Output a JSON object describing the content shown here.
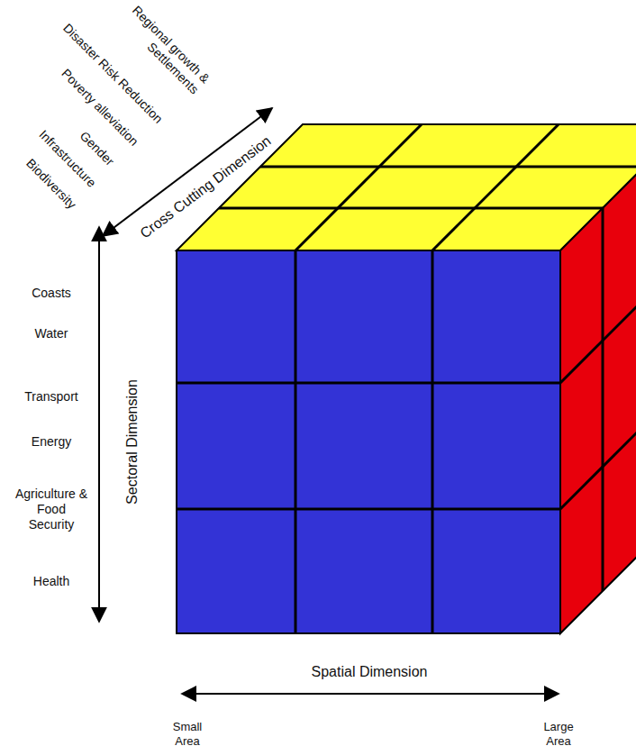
{
  "diagram": {
    "labels": [
      "Regional growth & Settlements",
      "Disaster Risk Reduction",
      "Poverty alleviation",
      "Gender",
      "Infrastructure",
      "Biodiversity",
      "Cross Cutting Dimension",
      "Coasts",
      "Water",
      "Transport",
      "Energy",
      "Agriculture & Food Security",
      "Health",
      "Sectoral Dimension",
      "Spatial Dimension",
      "Small Area",
      "Large Area"
    ]
  }
}
